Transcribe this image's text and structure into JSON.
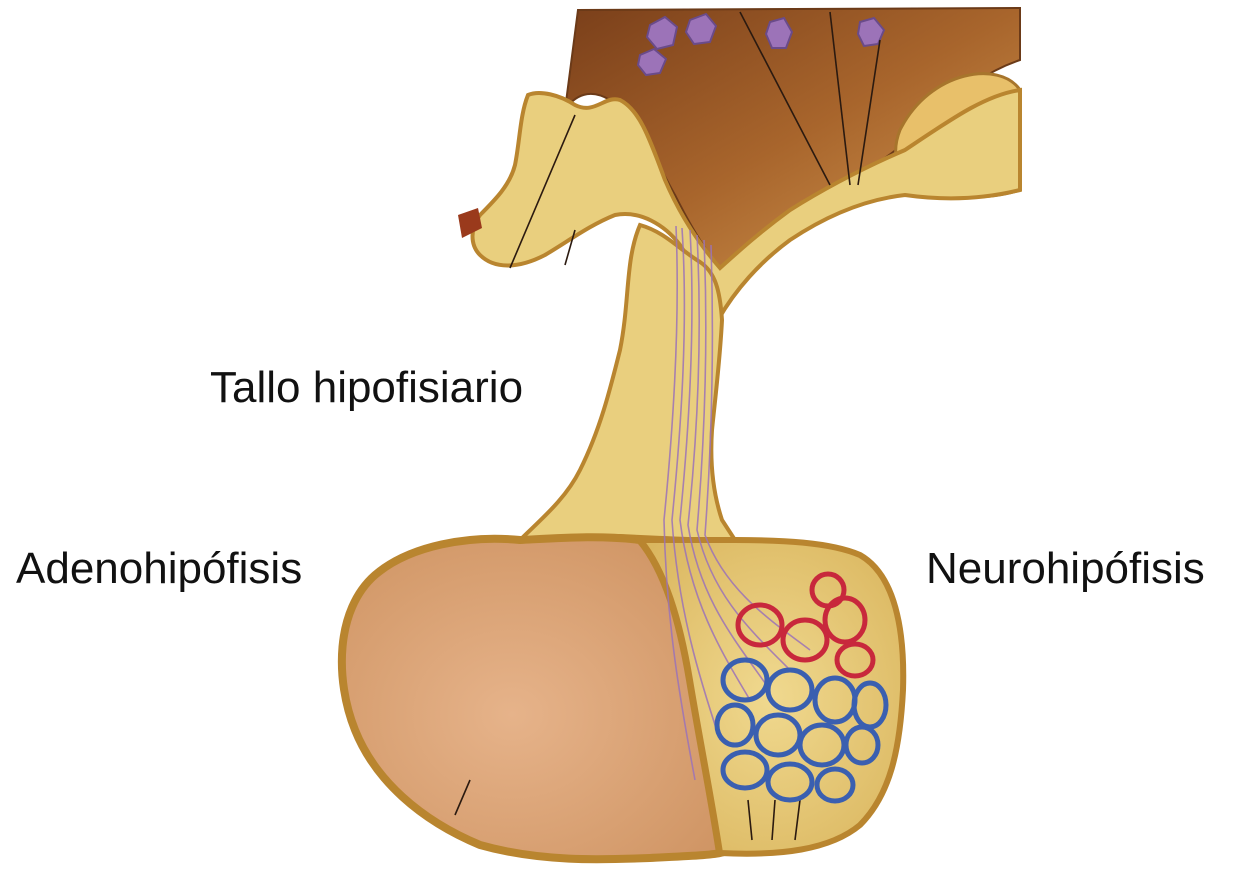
{
  "labels": {
    "stalk": "Tallo hipofisiario",
    "anterior_lobe": "Adenohipófisis",
    "posterior_lobe": "Neurohipófisis"
  },
  "colors": {
    "tissue_cream": "#e9cf7e",
    "tissue_edge": "#b9852f",
    "adeno_pink": "#d9a06c",
    "hypothalamus_brown": "#8a4f22",
    "neuron_purple": "#9c73b8",
    "artery_red": "#c8283c",
    "vein_blue": "#3a5fb0"
  }
}
